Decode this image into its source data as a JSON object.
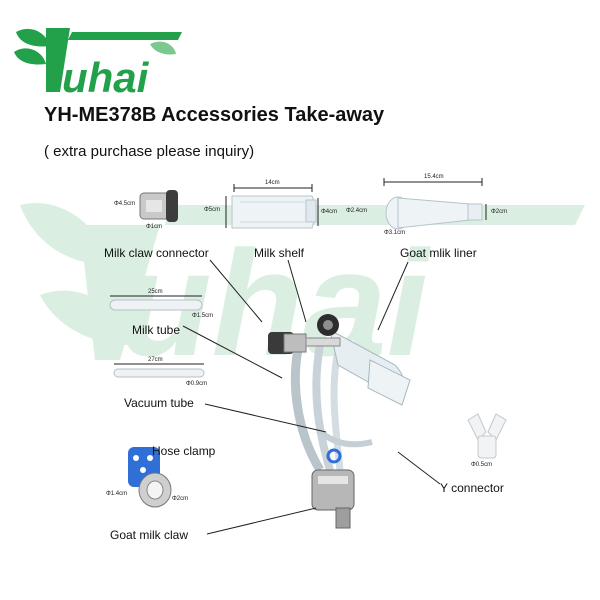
{
  "brand": {
    "name": "Yuhai",
    "color": "#22a04a",
    "dark_color": "#0f7a34"
  },
  "title": "YH-ME378B Accessories Take-away",
  "subtitle": "( extra purchase please inquiry)",
  "labels": {
    "claw_connector": "Milk claw connector",
    "milk_shelf": "Milk shelf",
    "goat_liner": "Goat mlik liner",
    "milk_tube": "Milk tube",
    "vacuum_tube": "Vacuum tube",
    "hose_clamp": "Hose clamp",
    "goat_claw": "Goat milk claw",
    "y_connector": "Y connector"
  },
  "dimensions": {
    "claw_connector_d1": "Φ4.5cm",
    "claw_connector_d2": "Φ1cm",
    "shelf_length": "14cm",
    "shelf_d1": "Φ5cm",
    "shelf_d2": "Φ4cm",
    "liner_length": "15.4cm",
    "liner_d1": "Φ2.4cm",
    "liner_d2": "Φ3.1cm",
    "liner_d3": "Φ2cm",
    "milk_tube_length": "25cm",
    "milk_tube_d": "Φ1.5cm",
    "vacuum_tube_length": "27cm",
    "vacuum_tube_d": "Φ0.9cm",
    "clamp_d1": "Φ1.4cm",
    "clamp_d2": "Φ2cm",
    "y_connector_d": "Φ0.5cm"
  }
}
